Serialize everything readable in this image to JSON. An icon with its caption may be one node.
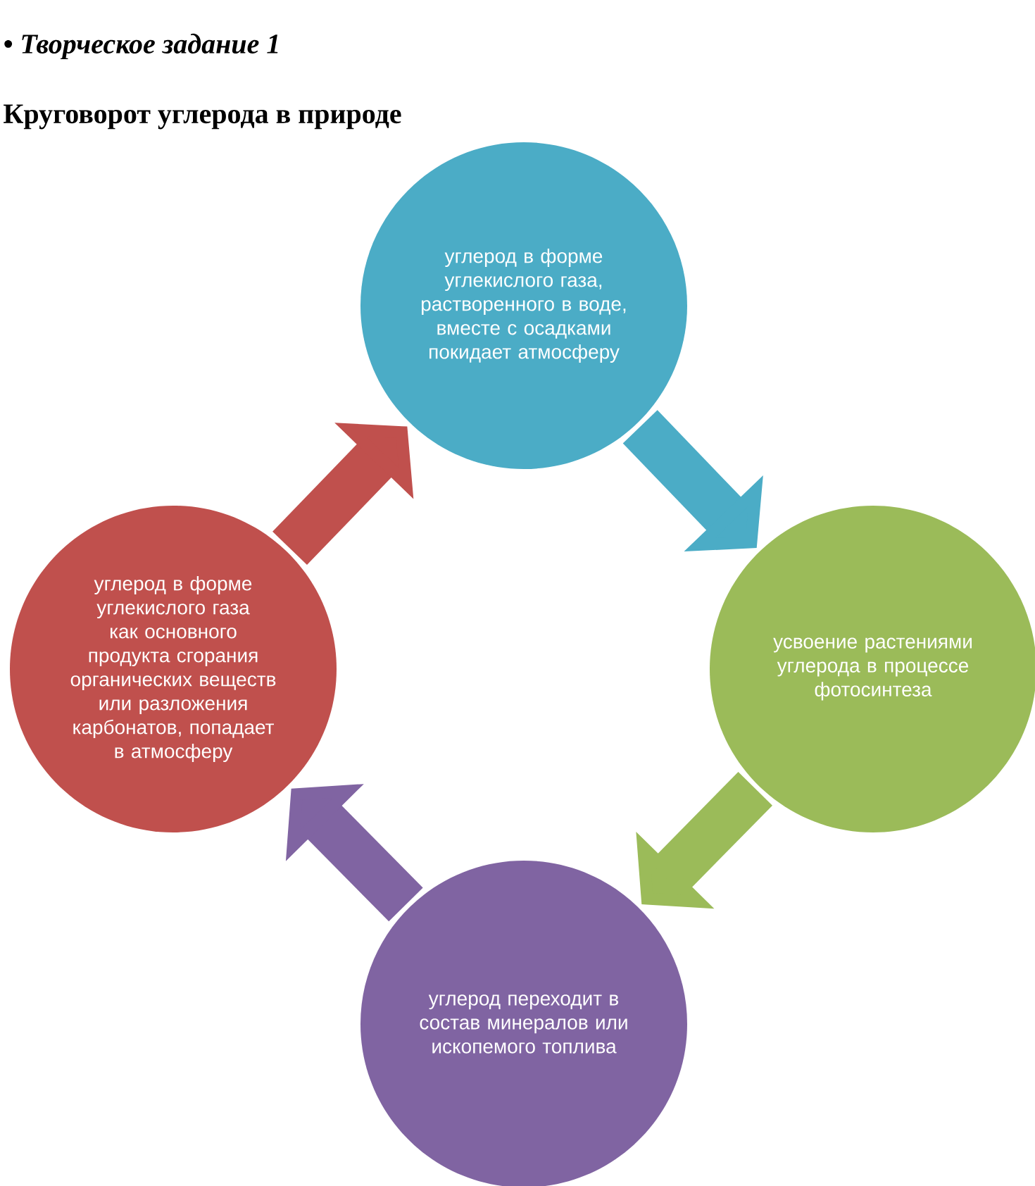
{
  "diagram": {
    "title": "Круговорот углерода в природе",
    "nodes": [
      {
        "text": [
          "углерод в форме углекислого газа, растворенного в воде, вместе с осадками покидает атмосферу"
        ]
      },
      {
        "text": [
          "усвоение растениями углерода в процессе фотосинтеза"
        ]
      },
      {
        "text": [
          "углерод переходит в состав минералов или ископемого топлива"
        ]
      },
      {
        "text": [
          "углерод в форме углекислого газа как основного продукта сгорания органических веществ или разложения карбонатов, попадает в атмосферу"
        ]
      }
    ],
    "edges": [
      {
        "from": 0,
        "to": 1,
        "arrow": "to",
        "color": "#4bacc6"
      },
      {
        "from": 1,
        "to": 2,
        "arrow": "to",
        "color": "#9bbb59"
      },
      {
        "from": 2,
        "to": 3,
        "arrow": "to",
        "color": "#8064a2"
      },
      {
        "from": 3,
        "to": 0,
        "arrow": "to",
        "color": "#c0504d"
      }
    ],
    "labels": [
      "• Творческое задание 1"
    ]
  }
}
